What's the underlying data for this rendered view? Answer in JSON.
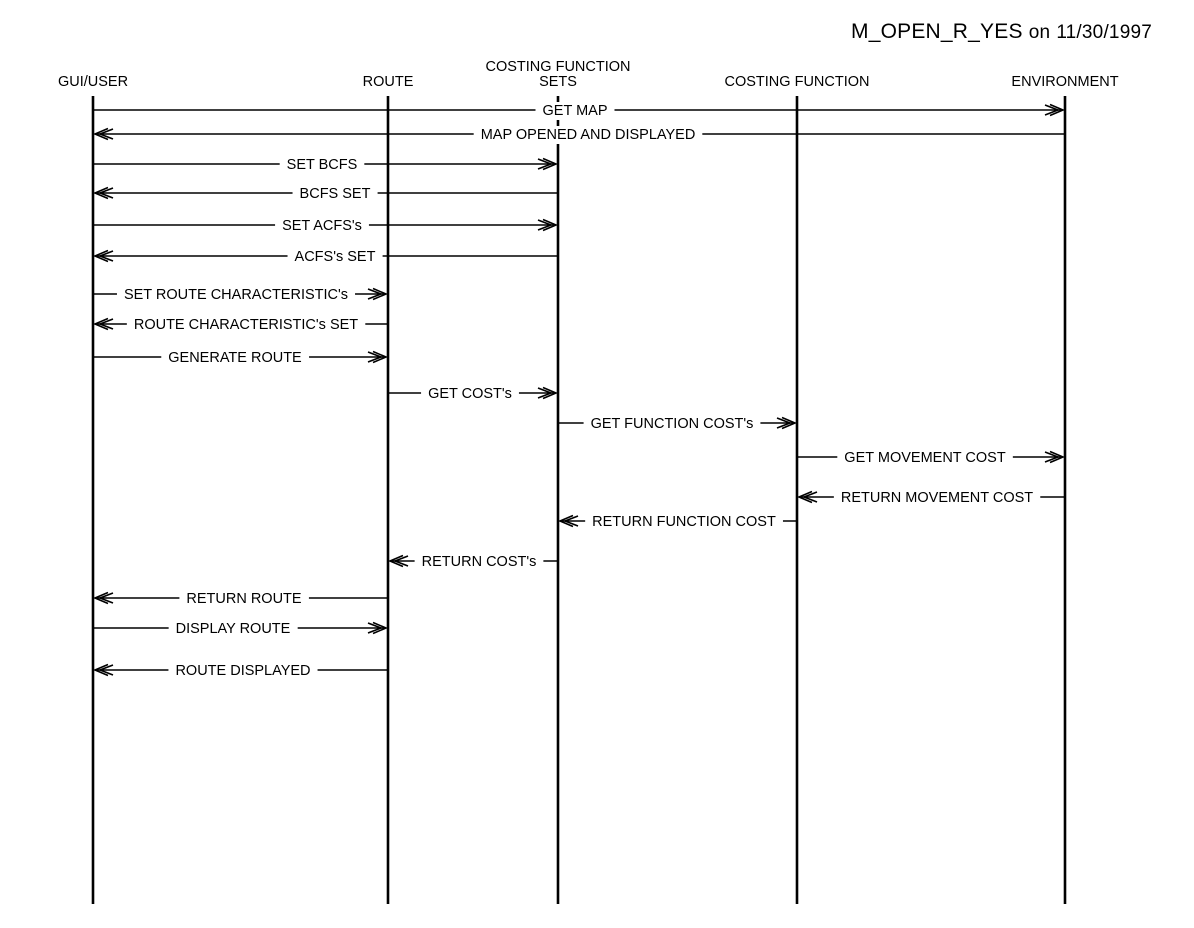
{
  "title": {
    "name": "M_OPEN_R_YES",
    "on_word": "on",
    "date": "11/30/1997"
  },
  "participants": [
    {
      "id": "gui",
      "label_lines": [
        "GUI/USER"
      ]
    },
    {
      "id": "route",
      "label_lines": [
        "ROUTE"
      ]
    },
    {
      "id": "cfs",
      "label_lines": [
        "COSTING FUNCTION",
        "SETS"
      ]
    },
    {
      "id": "cf",
      "label_lines": [
        "COSTING FUNCTION"
      ]
    },
    {
      "id": "env",
      "label_lines": [
        "ENVIRONMENT"
      ]
    }
  ],
  "messages": [
    {
      "from": "gui",
      "to": "env",
      "label": "GET MAP"
    },
    {
      "from": "env",
      "to": "gui",
      "label": "MAP OPENED AND DISPLAYED"
    },
    {
      "from": "gui",
      "to": "cfs",
      "label": "SET BCFS"
    },
    {
      "from": "cfs",
      "to": "gui",
      "label": "BCFS SET"
    },
    {
      "from": "gui",
      "to": "cfs",
      "label": "SET ACFS's"
    },
    {
      "from": "cfs",
      "to": "gui",
      "label": "ACFS's SET"
    },
    {
      "from": "gui",
      "to": "route",
      "label": "SET ROUTE CHARACTERISTIC's"
    },
    {
      "from": "route",
      "to": "gui",
      "label": "ROUTE CHARACTERISTIC's SET"
    },
    {
      "from": "gui",
      "to": "route",
      "label": "GENERATE ROUTE"
    },
    {
      "from": "route",
      "to": "cfs",
      "label": "GET COST's"
    },
    {
      "from": "cfs",
      "to": "cf",
      "label": "GET FUNCTION COST's"
    },
    {
      "from": "cf",
      "to": "env",
      "label": "GET MOVEMENT COST"
    },
    {
      "from": "env",
      "to": "cf",
      "label": "RETURN MOVEMENT COST"
    },
    {
      "from": "cf",
      "to": "cfs",
      "label": "RETURN FUNCTION COST"
    },
    {
      "from": "cfs",
      "to": "route",
      "label": "RETURN COST's"
    },
    {
      "from": "route",
      "to": "gui",
      "label": "RETURN ROUTE"
    },
    {
      "from": "gui",
      "to": "route",
      "label": "DISPLAY ROUTE"
    },
    {
      "from": "route",
      "to": "gui",
      "label": "ROUTE DISPLAYED"
    }
  ]
}
